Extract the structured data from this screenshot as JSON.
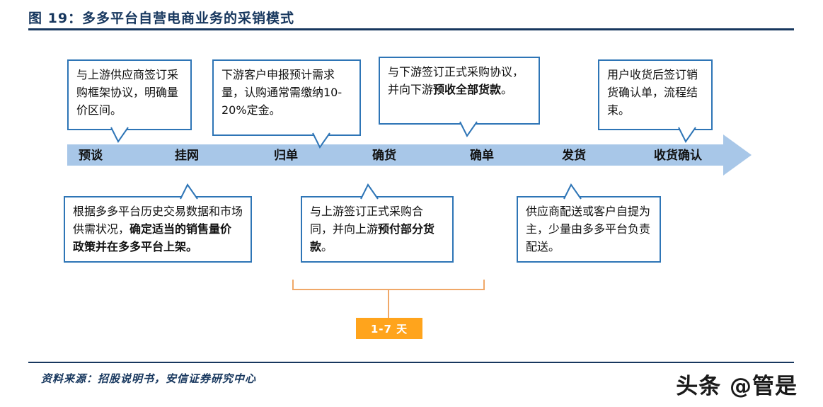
{
  "figure": {
    "title": "图 19：多多平台自营电商业务的采销模式",
    "source": "资料来源：招股说明书，安信证券研究中心",
    "watermark": "头条 @管是"
  },
  "timeline": {
    "stages": [
      {
        "label": "预谈"
      },
      {
        "label": "挂网"
      },
      {
        "label": "归单"
      },
      {
        "label": "确货"
      },
      {
        "label": "确单"
      },
      {
        "label": "发货"
      },
      {
        "label": "收货确认"
      }
    ]
  },
  "callouts_top": [
    {
      "pre": "与上游供应商签订采购框架协议，明确量价区间。",
      "bold": "",
      "post": ""
    },
    {
      "pre": "下游客户申报预计需求量，认购通常需缴纳10-20%定金。",
      "bold": "",
      "post": ""
    },
    {
      "pre": "与下游签订正式采购协议，并向下游",
      "bold": "预收全部货款",
      "post": "。"
    },
    {
      "pre": "用户收货后签订销货确认单，流程结束。",
      "bold": "",
      "post": ""
    }
  ],
  "callouts_bottom": [
    {
      "pre": "根据多多平台历史交易数据和市场供需状况，",
      "bold": "确定适当的销售量价政策并在多多平台上架。",
      "post": ""
    },
    {
      "pre": "与上游签订正式采购合同，并向上游",
      "bold": "预付部分货款",
      "post": "。"
    },
    {
      "pre": "供应商配送或客户自提为主，少量由多多平台负责配送。",
      "bold": "",
      "post": ""
    }
  ],
  "duration": {
    "label": "1-7 天"
  },
  "colors": {
    "navy": "#17375E",
    "arrow_blue": "#A8C7E8",
    "box_border": "#2E75B6",
    "badge_orange": "#FFA41C",
    "bracket_orange": "#F0A868"
  }
}
